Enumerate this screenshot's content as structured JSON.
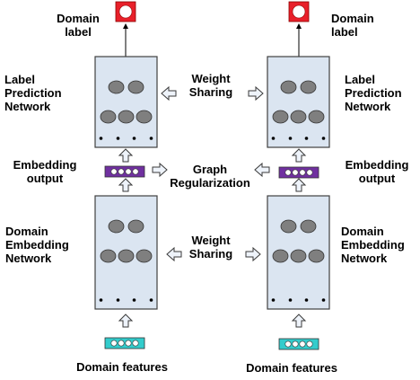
{
  "labels": {
    "domain_label_left": "Domain\nlabel",
    "domain_label_right": "Domain\nlabel",
    "label_prediction_left": "Label\nPrediction\nNetwork",
    "label_prediction_right": "Label\nPrediction\nNetwork",
    "weight_sharing_top": "Weight\nSharing",
    "weight_sharing_bottom": "Weight\nSharing",
    "embedding_output_left": "Embedding\noutput",
    "embedding_output_right": "Embedding\noutput",
    "graph_regularization": "Graph\nRegularization",
    "domain_embedding_left": "Domain\nEmbedding\nNetwork",
    "domain_embedding_right": "Domain\nEmbedding\nNetwork",
    "domain_features_left": "Domain features",
    "domain_features_right": "Domain features"
  },
  "colors": {
    "network_box_fill": "#dbe5f1",
    "network_box_stroke": "#404040",
    "neuron_fill": "#7f7f7f",
    "embedding_bar_fill": "#7030a0",
    "feature_bar_fill": "#33cccc",
    "domain_label_fill": "#e8202a",
    "block_arrow_fill": "#eef3fa",
    "block_arrow_stroke": "#3a3a3a"
  }
}
